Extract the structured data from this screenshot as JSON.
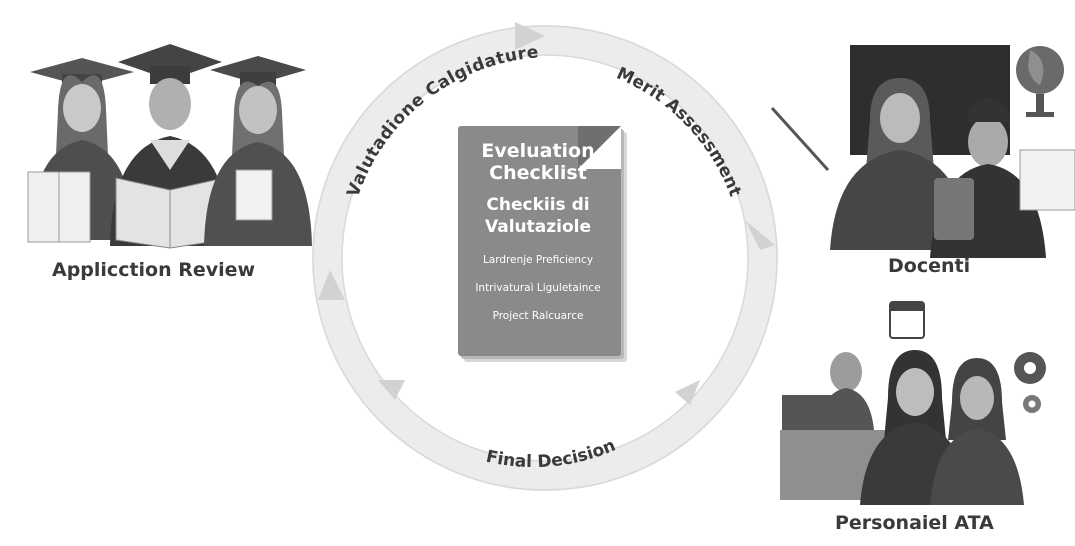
{
  "cycle": {
    "top_label": "Valutadione Calgidature",
    "right_label": "Merit Assessment",
    "bottom_label": "Final Decision"
  },
  "checklist": {
    "title_line1": "Eveluation",
    "title_line2": "Checklist",
    "subtitle_line1": "Checkiis di",
    "subtitle_line2": "Valutaziole",
    "items": [
      "Lardrenje Preficiency",
      "Intrivaturaì Liguletaince",
      "Project Ralcuarce"
    ]
  },
  "groups": {
    "left_caption": "Applicction Review",
    "docenti_caption": "Docenti",
    "ata_caption": "Personaiel ATA"
  }
}
